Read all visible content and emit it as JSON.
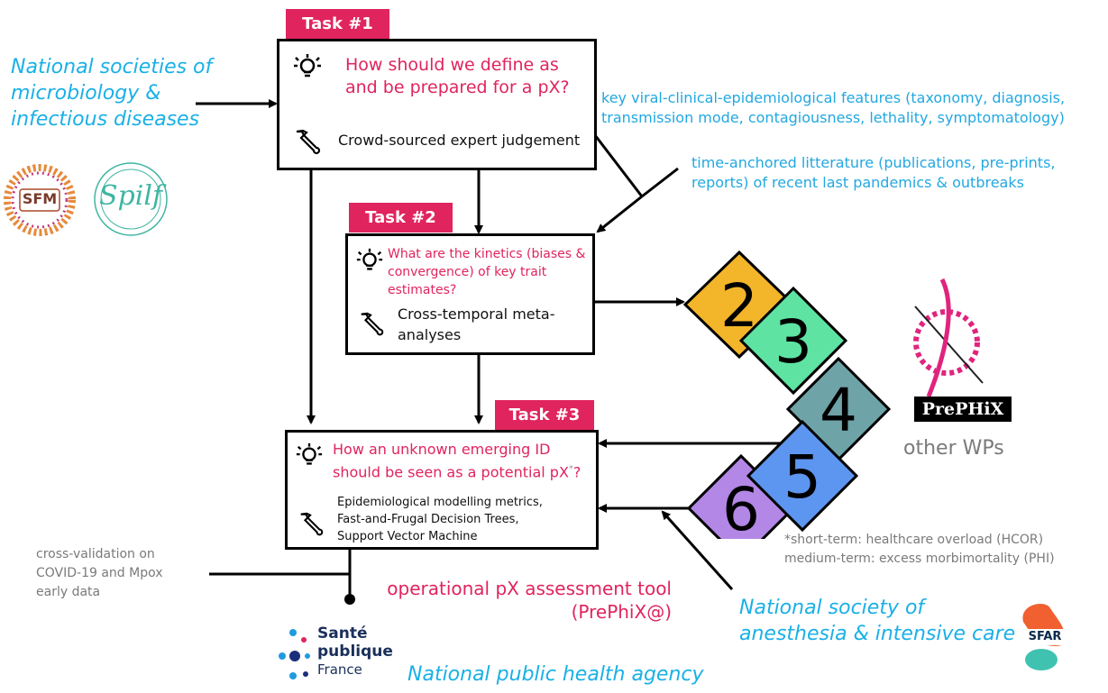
{
  "task1": {
    "tag": "Task #1",
    "question": "How should we define as and be prepared for a pX?",
    "method": "Crowd-sourced expert judgement"
  },
  "task2": {
    "tag": "Task #2",
    "question": "What are the kinetics (biases & convergence) of key trait estimates?",
    "method": "Cross-temporal meta-analyses"
  },
  "task3": {
    "tag": "Task #3",
    "question": "How an unknown emerging ID should be seen as a potential pX",
    "question_mark": "*",
    "question_end": "?",
    "method_lines": [
      "Epidemiological modelling metrics,",
      "Fast-and-Frugal Decision Trees,",
      "Support Vector Machine"
    ]
  },
  "left_label": [
    "National societies of",
    "microbiology &",
    "infectious diseases"
  ],
  "key_features": [
    "key viral-clinical-epidemiological features (taxonomy, diagnosis,",
    "transmission mode, contagiousness, lethality, symptomatology)"
  ],
  "literature": [
    "time-anchored litterature (publications, pre-prints,",
    "reports) of recent last pandemics & outbreaks"
  ],
  "wps": [
    "2",
    "3",
    "4",
    "5",
    "6"
  ],
  "wp_colors": [
    "#f3b52a",
    "#5ee3a3",
    "#6ea3a8",
    "#5d96f0",
    "#b387e6"
  ],
  "prephix_logo": "PrePHiX",
  "other_wps": "other WPs",
  "footnote": [
    "*short-term: healthcare overload (HCOR)",
    "medium-term: excess morbimortality (PHI)"
  ],
  "cross_validation": [
    "cross-validation on",
    "COVID-19 and Mpox",
    "early data"
  ],
  "tool": [
    "operational pX assessment tool",
    "(PrePhiX@)"
  ],
  "anesthesia": [
    "National society of",
    "anesthesia & intensive care"
  ],
  "sfar_logo": "SFAR",
  "spf_logo": [
    "Santé",
    "publique",
    "France"
  ],
  "public_health": "National public health agency",
  "sfm_logo": "SFM",
  "spilf_logo": "Spilf"
}
